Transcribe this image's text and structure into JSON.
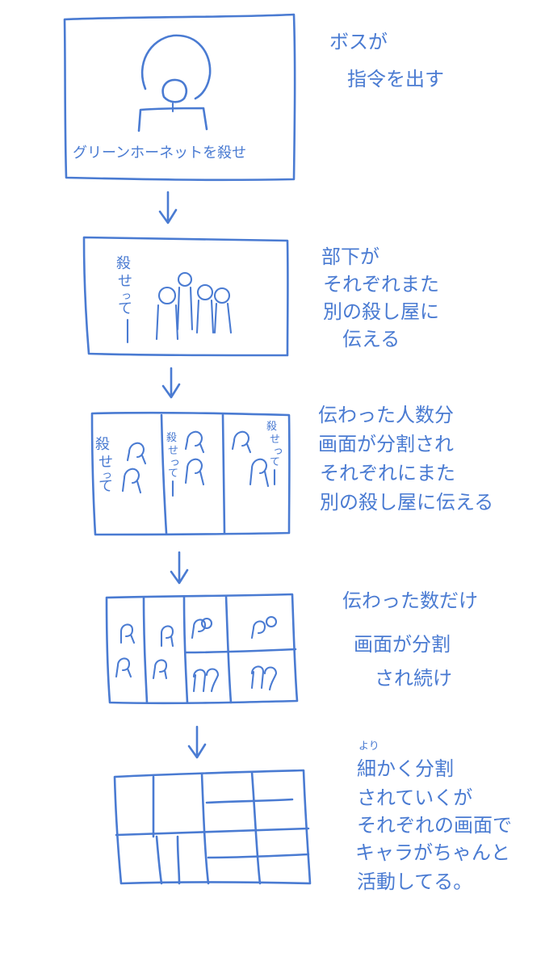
{
  "ink_color": "#4a7bd2",
  "panel1": {
    "caption": "グリーンホーネットを殺せ",
    "note_lines": [
      "ボスが",
      "指令を出す"
    ]
  },
  "panel2": {
    "speech": [
      "殺",
      "せ",
      "っ",
      "て"
    ],
    "note_lines": [
      "部下が",
      "それぞれまた",
      "別の殺し屋に",
      "伝える"
    ]
  },
  "panel3": {
    "speech_a": [
      "殺",
      "せ",
      "っ",
      "て"
    ],
    "speech_b": [
      "殺",
      "せ",
      "っ",
      "て"
    ],
    "speech_c": [
      "殺",
      "せ",
      "っ",
      "て"
    ],
    "note_lines": [
      "伝わった人数分",
      "画面が分割され",
      "それぞれにまた",
      "別の殺し屋に伝える"
    ]
  },
  "panel4": {
    "note_lines": [
      "伝わった数だけ",
      "画面が分割",
      "され続け"
    ]
  },
  "panel5": {
    "note_lines": [
      "より",
      "細かく分割",
      "されていくが",
      "それぞれの画面で",
      "キャラがちゃんと",
      "活動してる。"
    ]
  }
}
